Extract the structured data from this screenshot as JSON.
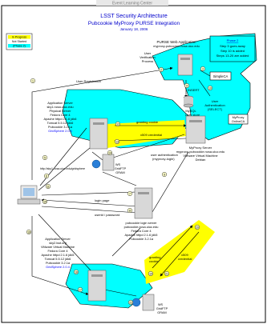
{
  "header_strip": "Event Learning Center",
  "title": "LSST Security Architecture",
  "subtitle": "Pubcookie MyProxy PURSE Integration",
  "date": "January 18, 2006",
  "legend": {
    "in_progress": "In Progress",
    "not_started": "Not Started",
    "phase2": "(Phase 2)"
  },
  "phase2_note": [
    "Phase 2",
    "Step 3 goes away",
    "Step 10 is added",
    "Steps 13-20 are added"
  ],
  "nodes": {
    "purse_web": [
      "PURSE Web Application",
      "myproxy-pubcookie.ncsa.uiuc.edu"
    ],
    "user_verification": [
      "User",
      "Verification",
      "Process"
    ],
    "simpleca": "SimpleCA",
    "mysql": [
      "MySQL",
      "User store"
    ],
    "user_auth": [
      "User",
      "Authentication",
      "(SELECT)"
    ],
    "myproxy_onlineca": [
      "MyProxy",
      "OnlineCA"
    ],
    "myproxy_server": [
      "MyProxy Server",
      "myproxy-pubcookie.ncsa.uiuc.edu",
      "VMware Virtual Machine",
      "Debian"
    ],
    "app_server1": [
      "Application Server",
      "sky1.ncsa.uiuc.edu",
      "Physical Server",
      "Fedora Core 4",
      "Apache httpd 2.1.6 jdk6",
      "Tomcat 5.5.12 jdk6",
      "Pubcookie 3.2.1a"
    ],
    "app_server1_hl": "GridSphere 2.0.4",
    "ws_gram1": [
      "WS",
      "GridFTP",
      "GRAM"
    ],
    "login_server": [
      "pubcookie login server",
      "pubcookie.ncsa.uiuc.edu",
      "Fedora Core 4",
      "Apache httpd 2.1.6 jdk5",
      "Pubcookie 3.2.1a"
    ],
    "app_server2": [
      "Application Server",
      "sky2.lsst.org",
      "VMware Virtual Machine",
      "Fedora Core 4",
      "Apache httpd 2.1.6 jdk5",
      "Tomcat 5.5.12 jdk6",
      "Pubcookie 3.2.1a"
    ],
    "app_server2_hl": "GridSphere 2.0.4",
    "ws_gram2": [
      "WS",
      "GridFTP",
      "GRAM"
    ]
  },
  "edge_labels": {
    "user_registration": "User Registration",
    "insert": "INSERT",
    "granting_cookie_top": "granting cookie",
    "x509_top": "x509 credential",
    "user_authentication": [
      "user authentication",
      "(myproxy-login)"
    ],
    "url1": "http://sky1.ncsa.uiuc.edu/gridsphere",
    "login_page": "login page",
    "userid_password": "userid / password",
    "granting_cookie_bottom": [
      "granting",
      "cookie"
    ],
    "x509_bottom": [
      "x509",
      "credential"
    ]
  },
  "steps": [
    "1",
    "2",
    "3",
    "4",
    "5",
    "6",
    "7",
    "8",
    "9",
    "10",
    "11",
    "12",
    "13",
    "14",
    "15",
    "16",
    "17",
    "18",
    "19",
    "20",
    "21",
    "22"
  ],
  "colors": {
    "page": "#ffffff",
    "cyan": "#00ffff",
    "yellow": "#ffff00",
    "title_blue": "#0000cc",
    "highlight": "#0000ff"
  }
}
